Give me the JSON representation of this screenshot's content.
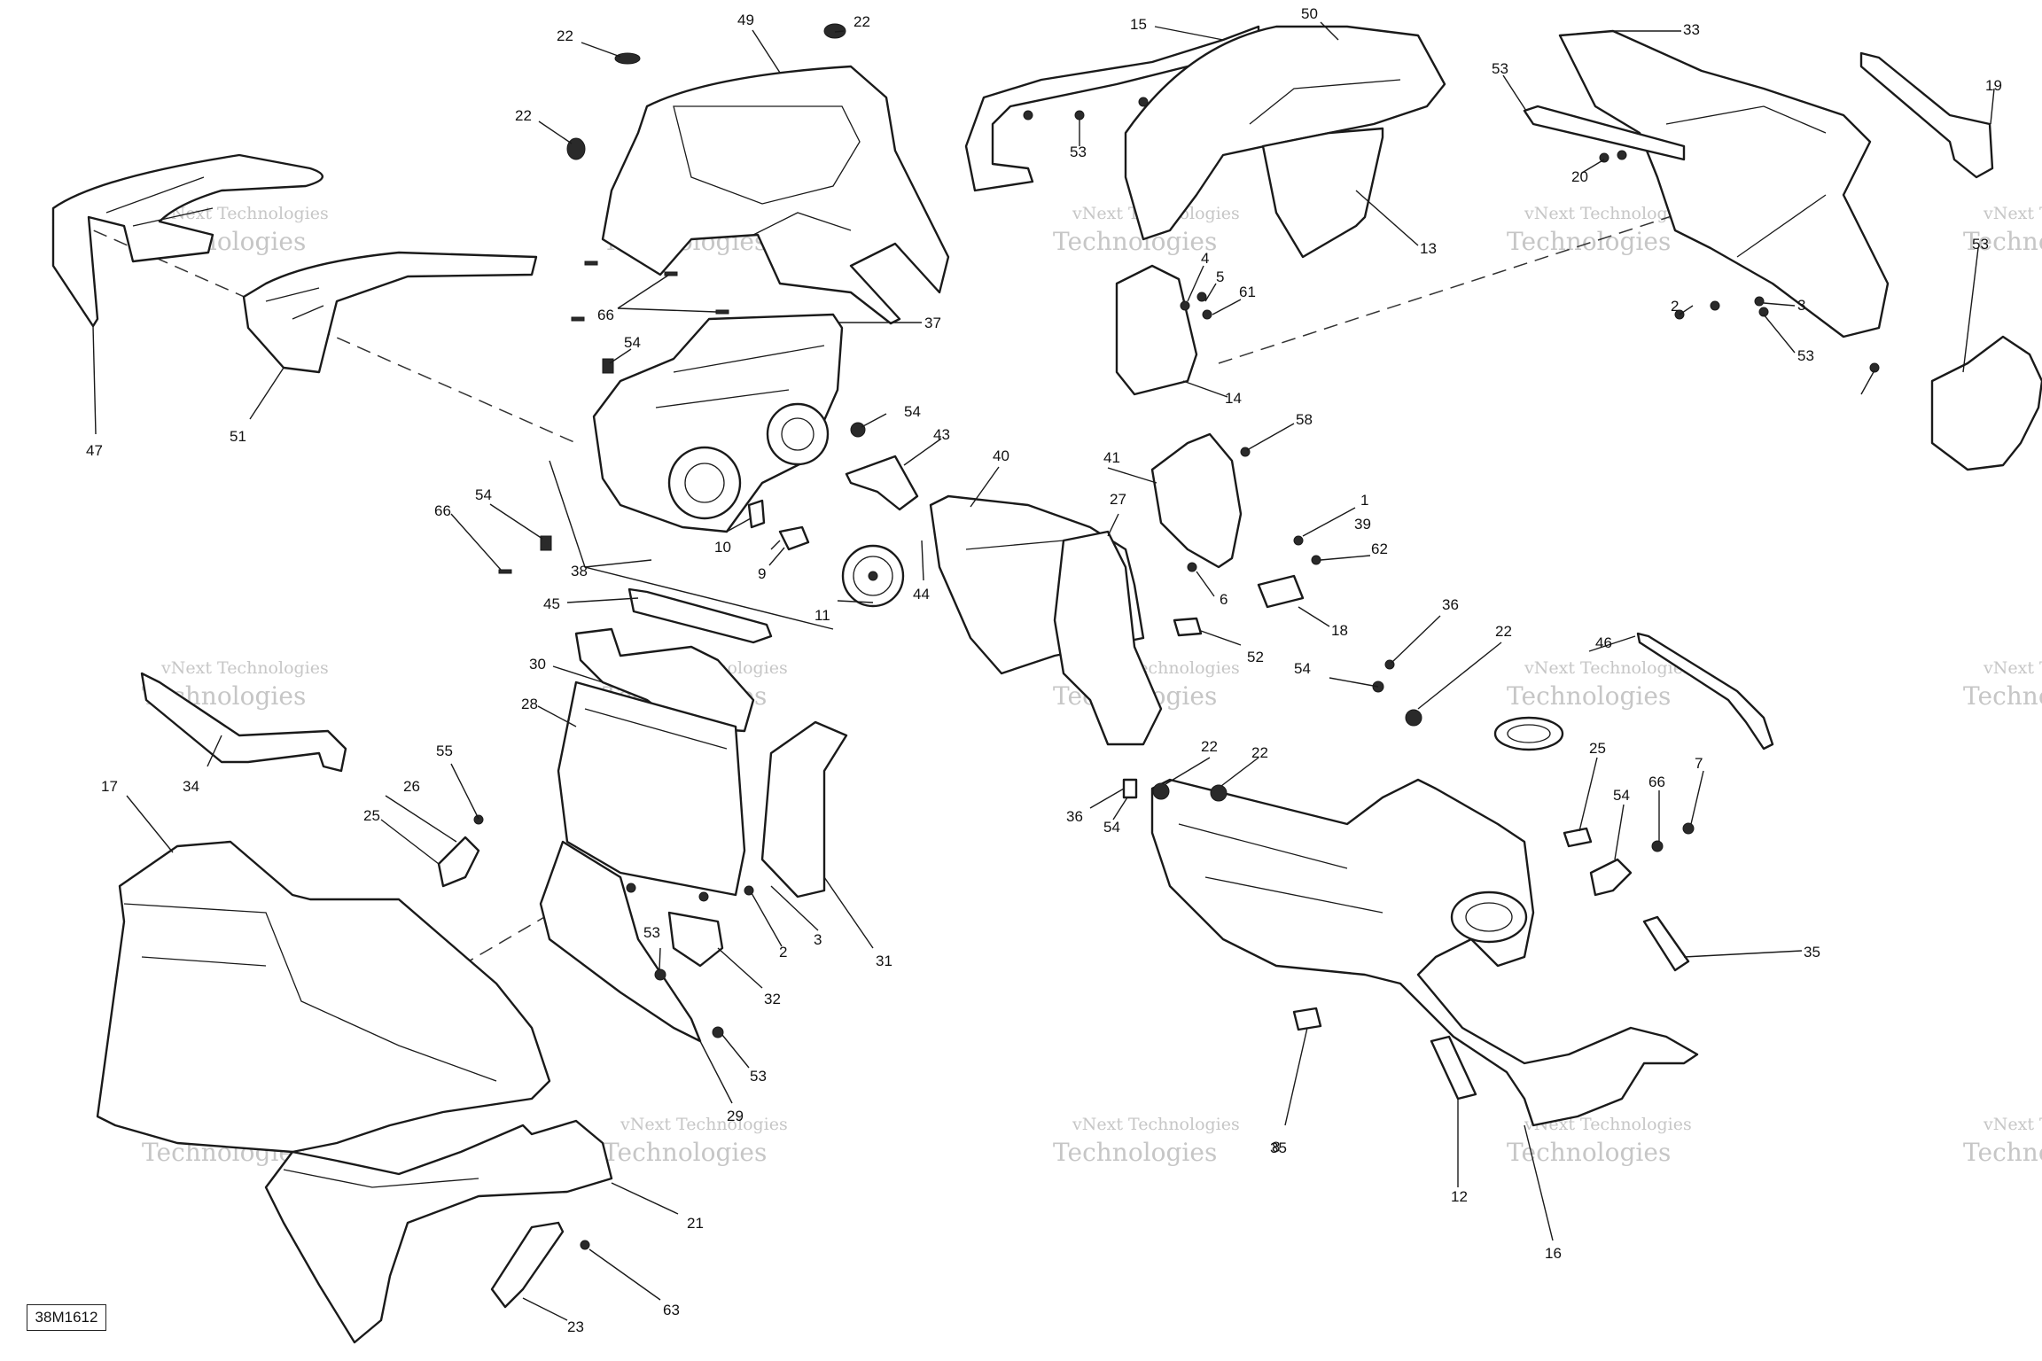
{
  "figure_ref": "38M1612",
  "watermark": {
    "line1": "vNext Technologies",
    "line2": "Technologies"
  },
  "callouts": [
    "22",
    "49",
    "22",
    "22",
    "66",
    "54",
    "37",
    "54",
    "43",
    "10",
    "9",
    "11",
    "44",
    "47",
    "51",
    "66",
    "54",
    "38",
    "45",
    "30",
    "28",
    "34",
    "17",
    "55",
    "26",
    "25",
    "53",
    "2",
    "3",
    "31",
    "32",
    "53",
    "29",
    "21",
    "23",
    "63",
    "15",
    "50",
    "53",
    "13",
    "4",
    "5",
    "61",
    "14",
    "40",
    "41",
    "58",
    "27",
    "1",
    "39",
    "62",
    "6",
    "18",
    "52",
    "36",
    "22",
    "46",
    "54",
    "22",
    "22",
    "36",
    "54",
    "35",
    "25",
    "54",
    "66",
    "7",
    "35",
    "8",
    "12",
    "16",
    "33",
    "19",
    "53",
    "20",
    "53",
    "2",
    "3",
    "53"
  ]
}
